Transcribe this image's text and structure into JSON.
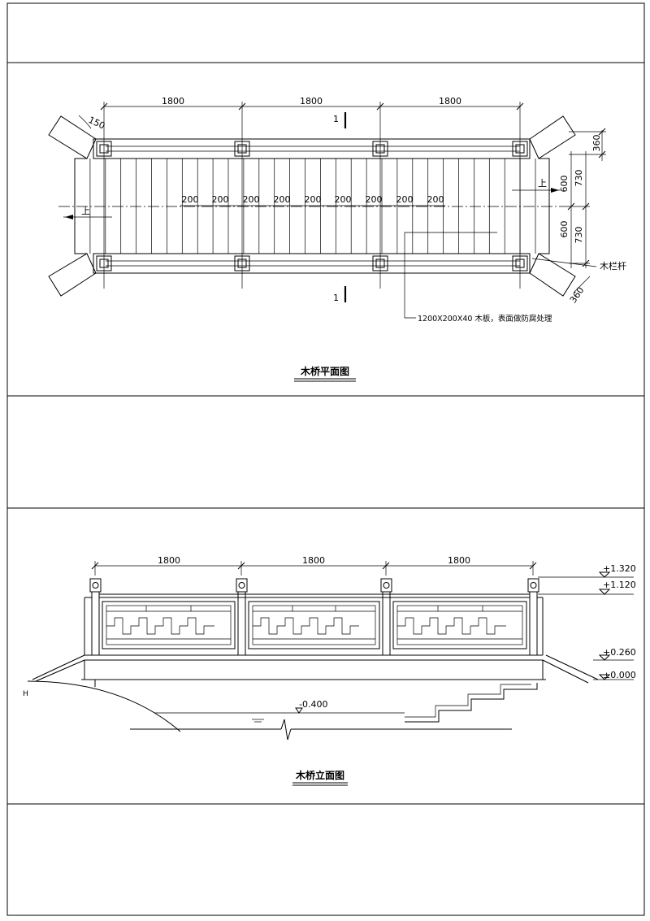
{
  "plan": {
    "title": "木桥平面图",
    "spans": [
      "1800",
      "1800",
      "1800"
    ],
    "angle": "150",
    "plank_width": "200",
    "side_dims": [
      "360",
      "600",
      "730",
      "600",
      "730",
      "360"
    ],
    "section_mark": "1",
    "up_label": "上",
    "rail_label": "木栏杆",
    "plank_note": "1200X200X40 木板，表面做防腐处理"
  },
  "elevation": {
    "title": "木桥立面图",
    "spans": [
      "1800",
      "1800",
      "1800"
    ],
    "levels": [
      "+1.320",
      "+1.120",
      "+0.260",
      "±0.000"
    ],
    "water_level": "-0.400",
    "edge_label": "H"
  },
  "colors": {
    "line": "#000000",
    "paper": "#ffffff"
  }
}
